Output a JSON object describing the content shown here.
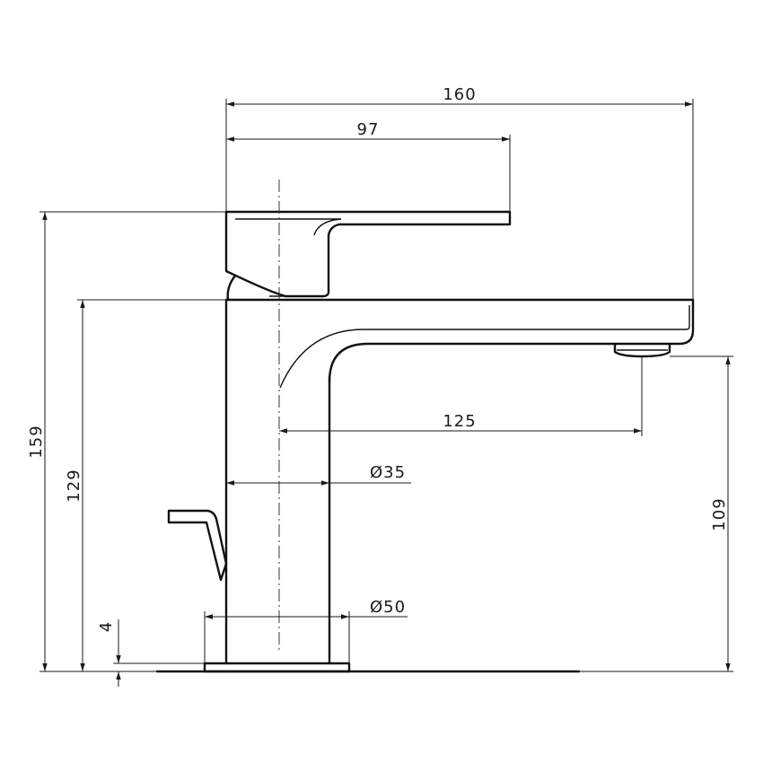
{
  "drawing": {
    "line_color": "#111111",
    "background": "#ffffff",
    "dimensions": {
      "overall_length": "160",
      "lever_length": "97",
      "overall_height": "159",
      "spout_height": "129",
      "outlet_reach": "125",
      "outlet_height": "109",
      "body_diameter": "Ø35",
      "base_diameter": "Ø50",
      "base_thickness": "4"
    }
  }
}
